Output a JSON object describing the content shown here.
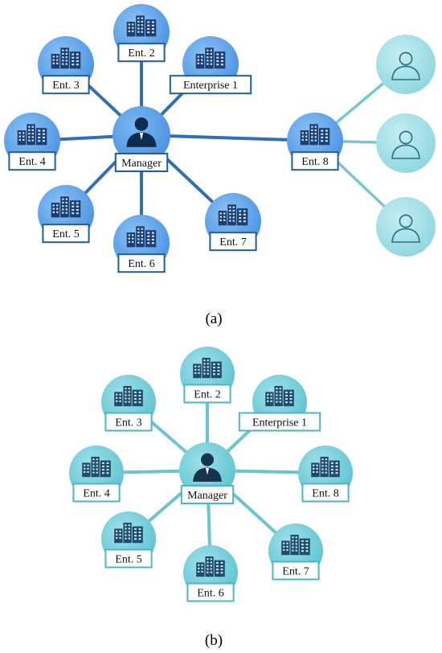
{
  "panels": [
    {
      "id": "a",
      "caption": "(a)",
      "theme": {
        "hub_fill": "#4a90e2",
        "hub_fill_light": "#7db8f0",
        "node_fill": "#4a90e2",
        "node_fill_light": "#8cc3f3",
        "line": "#2f6fb2",
        "label_border": "#1f5f99",
        "icon": "#1b3f73",
        "people_fill": "#8fd6df",
        "people_line": "#79c6d2",
        "people_icon": "#2a6f86"
      },
      "hub": {
        "label": "Manager",
        "icon": "manager-icon"
      },
      "enterprises": [
        {
          "label": "Ent. 2"
        },
        {
          "label": "Enterprise 1"
        },
        {
          "label": "Ent. 3"
        },
        {
          "label": "Ent. 4"
        },
        {
          "label": "Ent. 5"
        },
        {
          "label": "Ent. 6"
        },
        {
          "label": "Ent. 7"
        },
        {
          "label": "Ent. 8"
        }
      ],
      "people": [
        {
          "icon": "businesswoman-icon"
        },
        {
          "icon": "businesswoman-icon"
        },
        {
          "icon": "businessman-icon"
        }
      ]
    },
    {
      "id": "b",
      "caption": "(b)",
      "theme": {
        "hub_fill": "#5cc2d0",
        "hub_fill_light": "#9fe0e8",
        "node_fill": "#5cc2d0",
        "node_fill_light": "#a3e1ea",
        "line": "#6cc4d0",
        "label_border": "#4fb5c4",
        "icon": "#1c4c6e"
      },
      "hub": {
        "label": "Manager",
        "icon": "manager-icon"
      },
      "enterprises": [
        {
          "label": "Ent. 2"
        },
        {
          "label": "Enterprise 1"
        },
        {
          "label": "Ent. 3"
        },
        {
          "label": "Ent. 4"
        },
        {
          "label": "Ent. 8"
        },
        {
          "label": "Ent. 5"
        },
        {
          "label": "Ent. 6"
        },
        {
          "label": "Ent. 7"
        }
      ]
    }
  ]
}
